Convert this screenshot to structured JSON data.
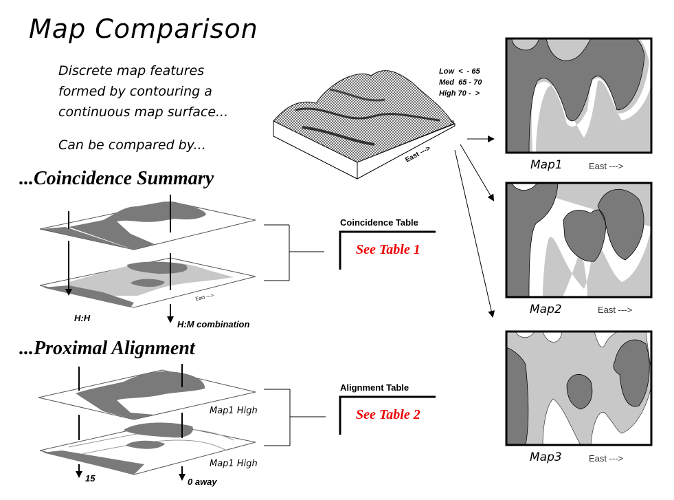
{
  "title": "Map Comparison",
  "intro": {
    "lines": [
      "Discrete map features",
      "formed by contouring a",
      "continuous map surface..."
    ],
    "compared": "Can be compared by..."
  },
  "legend": {
    "items": [
      {
        "label": "Low",
        "range": "<  - 65"
      },
      {
        "label": "Med",
        "range": "65 - 70"
      },
      {
        "label": "High",
        "range": "70 -  >"
      }
    ],
    "colors": {
      "low": "#ffffff",
      "med": "#c8c8c8",
      "high": "#7a7a7a"
    }
  },
  "surface": {
    "axis_label": "East --->"
  },
  "maps": [
    {
      "label": "Map1",
      "axis": "East --->"
    },
    {
      "label": "Map2",
      "axis": "East --->"
    },
    {
      "label": "Map3",
      "axis": "East --->"
    }
  ],
  "coincidence": {
    "heading": "...Coincidence Summary",
    "left_label": "H:H",
    "right_label": "H:M  combination",
    "table_title": "Coincidence Table",
    "table_link": "See Table 1"
  },
  "alignment": {
    "heading": "...Proximal Alignment",
    "top_layer_label": "Map1 High",
    "bottom_layer_label": "Map1 High",
    "left_label": "15",
    "right_label": "0 away",
    "table_title": "Alignment Table",
    "table_link": "See Table 2"
  }
}
